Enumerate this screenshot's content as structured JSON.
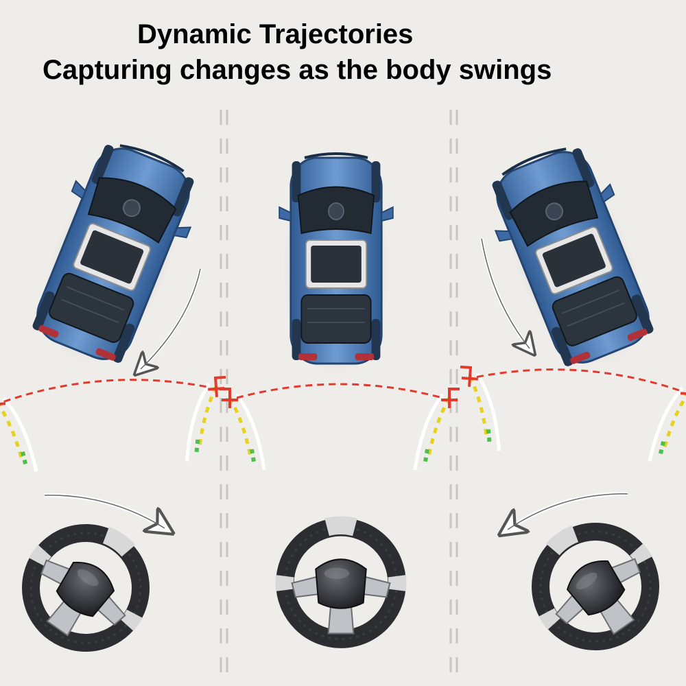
{
  "header": {
    "title": "Dynamic Trajectories",
    "subtitle": "Capturing changes as the body swings"
  },
  "colors": {
    "background": "#efedea",
    "car_body": "#5a86c0",
    "car_dark": "#2a3440",
    "guide_red": "#e23a2c",
    "guide_yellow": "#e6d21e",
    "guide_green": "#4cc04a",
    "guide_white": "#ffffff",
    "lane_marking": "#c9c6c2",
    "wheel_dark": "#2b2d31",
    "wheel_silver": "#d8d8d8"
  },
  "panels": [
    {
      "id": "left",
      "car_state": "turning-left",
      "steering": "turned-left",
      "arrow": "swing-down-left"
    },
    {
      "id": "center",
      "car_state": "straight",
      "steering": "centered",
      "arrow": "none"
    },
    {
      "id": "right",
      "car_state": "turning-right",
      "steering": "turned-right",
      "arrow": "swing-down-right"
    }
  ],
  "icons": {
    "car": "car-top-view-icon",
    "steering": "steering-wheel-icon",
    "arrow": "curved-arrow-icon"
  }
}
